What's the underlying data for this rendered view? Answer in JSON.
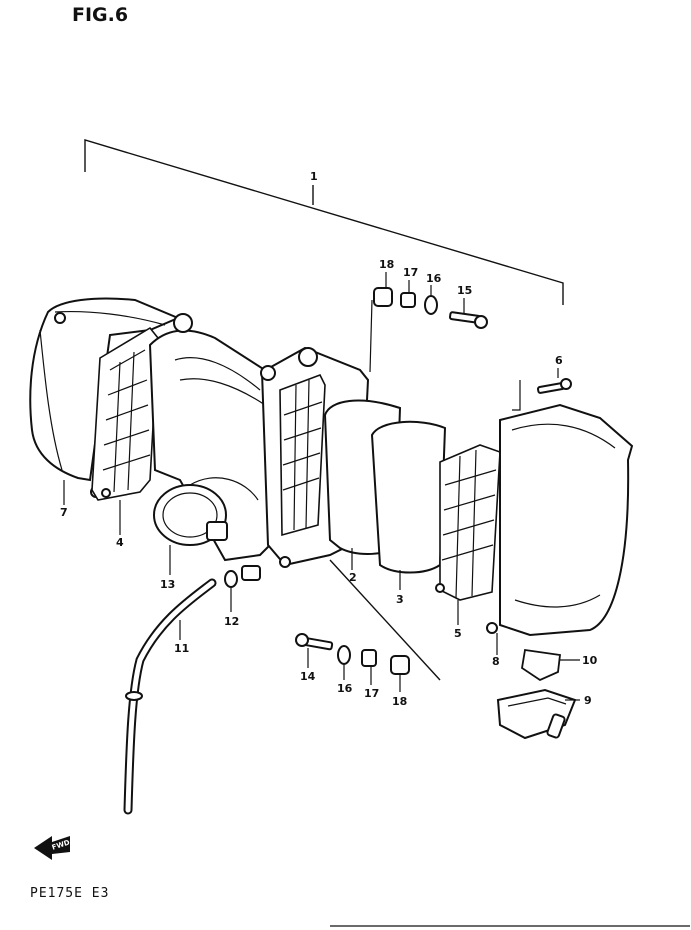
{
  "figure_label": "FIG.6",
  "model_code": "PE175E  E3",
  "fwd_label": "FWD",
  "callouts": {
    "p1": "1",
    "p2": "2",
    "p3": "3",
    "p4": "4",
    "p5": "5",
    "p6": "6",
    "p7": "7",
    "p8": "8",
    "p9": "9",
    "p10": "10",
    "p11": "11",
    "p12": "12",
    "p13": "13",
    "p14": "14",
    "p15": "15",
    "p16a": "16",
    "p16b": "16",
    "p17a": "17",
    "p17b": "17",
    "p18a": "18",
    "p18b": "18"
  }
}
